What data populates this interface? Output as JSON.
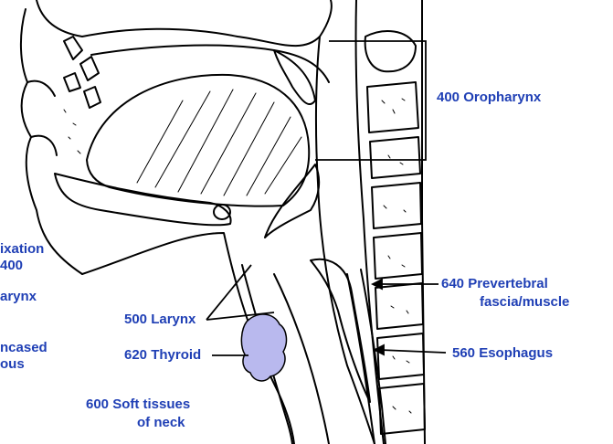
{
  "colors": {
    "label": "#1f3fb5",
    "line": "#000000",
    "thyroid": "#b9b9ee"
  },
  "labels": {
    "oropharynx": "400 Oropharynx",
    "fixation_line1": "ixation",
    "fixation_line2": "400",
    "larynx_left": "arynx",
    "encased_line1": "ncased",
    "encased_line2": "ous",
    "larynx": "500 Larynx",
    "thyroid": "620 Thyroid",
    "soft_tissues_line1": "600 Soft tissues",
    "soft_tissues_line2": "of neck",
    "prevertebral_line1": "640 Prevertebral",
    "prevertebral_line2": "fascia/muscle",
    "esophagus": "560 Esophagus"
  }
}
